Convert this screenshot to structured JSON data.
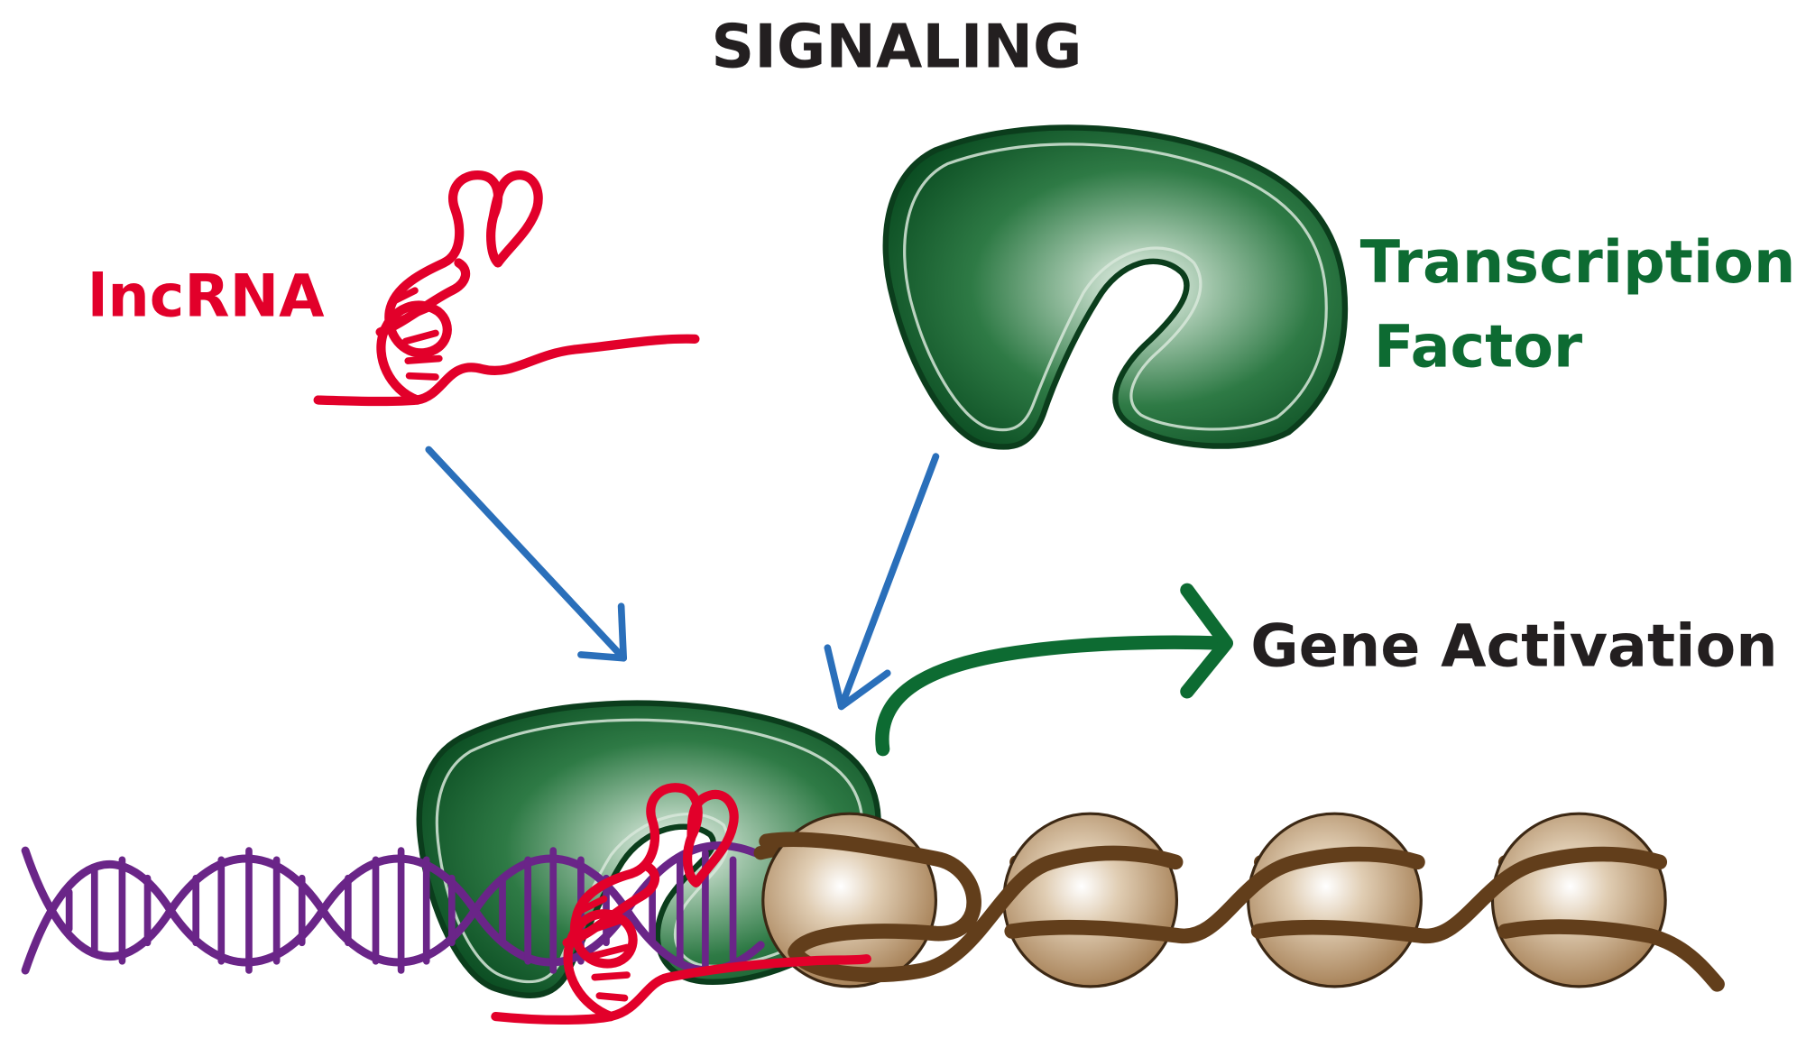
{
  "title": "SIGNALING",
  "labels": {
    "lncrna": "lncRNA",
    "tf_line1": "Transcription",
    "tf_line2": "Factor",
    "gene_activation": "Gene Activation"
  },
  "colors": {
    "title": "#231f20",
    "lncrna": "#e2002a",
    "transcription_factor": "#0d6b32",
    "protein_dark": "#0b4d22",
    "gene_activation": "#231f20",
    "signal_arrow": "#2a6fba",
    "activation_arrow": "#0d6b32",
    "dna": "#6a2588",
    "chromatin_fiber": "#623e1b",
    "nucleosome": "#b8946a"
  }
}
